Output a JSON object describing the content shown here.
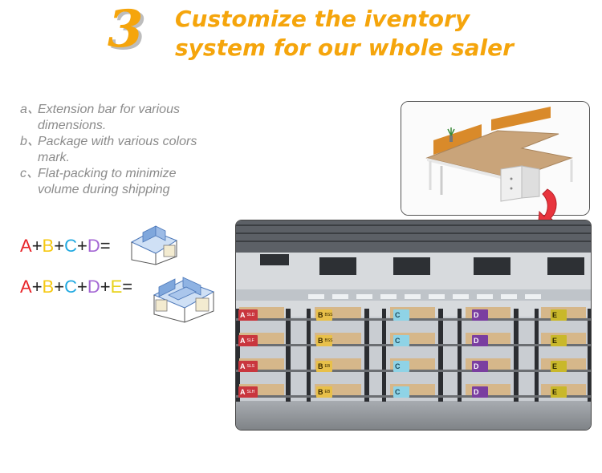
{
  "header": {
    "step_number": "3",
    "headline_line1": "Customize the iventory",
    "headline_line2": "system for our whole saler"
  },
  "features": [
    {
      "letter": "a、",
      "text": "Extension bar for various dimensions."
    },
    {
      "letter": "b、",
      "text": "Package with various colors mark."
    },
    {
      "letter": "c、",
      "text": "Flat-packing to minimize volume during shipping"
    }
  ],
  "formula1": [
    "A",
    "+",
    "B",
    "+",
    "C",
    "+",
    "D",
    "="
  ],
  "formula2": [
    "A",
    "+",
    "B",
    "+",
    "C",
    "+",
    "D",
    "+",
    "E",
    "="
  ],
  "letter_colors": {
    "A": "#e8252a",
    "B": "#f6c913",
    "C": "#21a9e1",
    "D": "#a467d4",
    "E": "#e8d21a"
  },
  "warehouse": {
    "columns": [
      {
        "letter": "A",
        "color": "#c9363e",
        "rows": [
          "SLD",
          "SLF",
          "SLS",
          "SLH"
        ]
      },
      {
        "letter": "B",
        "color": "#e8c04a",
        "rows": [
          "BSS",
          "BSS",
          "EB",
          "EB"
        ]
      },
      {
        "letter": "C",
        "color": "#8fd3e6",
        "rows": [
          "",
          "",
          "",
          ""
        ]
      },
      {
        "letter": "D",
        "color": "#7a3ea0",
        "rows": [
          "",
          "",
          "",
          ""
        ]
      },
      {
        "letter": "E",
        "color": "#c9b82a",
        "rows": [
          "",
          "",
          "",
          ""
        ]
      }
    ]
  }
}
